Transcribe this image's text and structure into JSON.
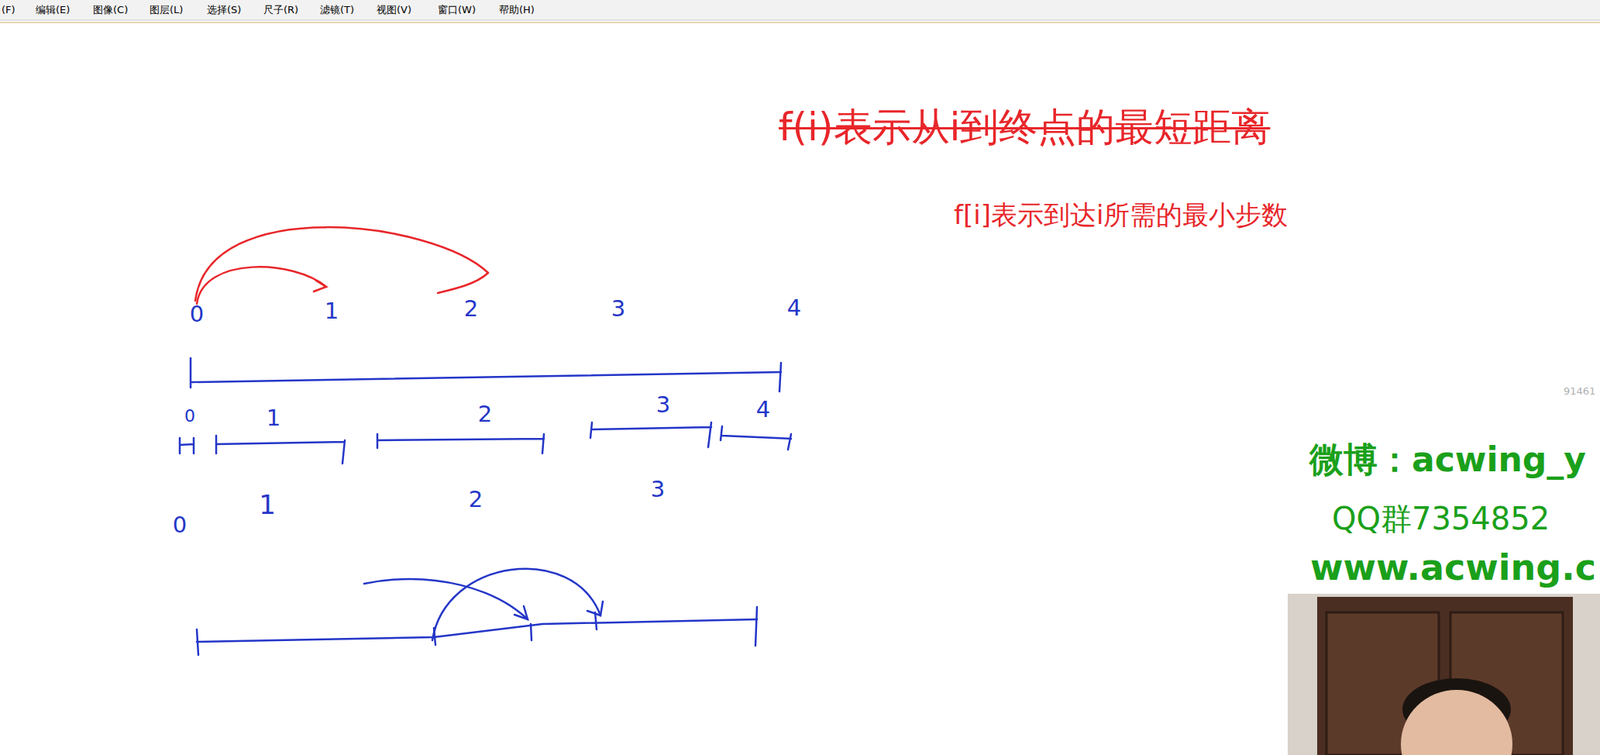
{
  "diagram": {
    "labels": [
      "(F)",
      "编辑(E)",
      "图像(C)",
      "图层(L)",
      "选择(S)",
      "尺子(R)",
      "滤镜(T)",
      "视图(V)",
      "窗口(W)",
      "帮助(H)",
      "f(i)表示从i到终点的最短距离",
      "f[i]表示到达i所需的最小步数",
      "0",
      "1",
      "2",
      "3",
      "4",
      "0",
      "1",
      "2",
      "3",
      "4",
      "0",
      "1",
      "2",
      "3",
      "91461",
      "微博：acwing_y",
      "QQ群7354852",
      "www.acwing.c"
    ]
  }
}
